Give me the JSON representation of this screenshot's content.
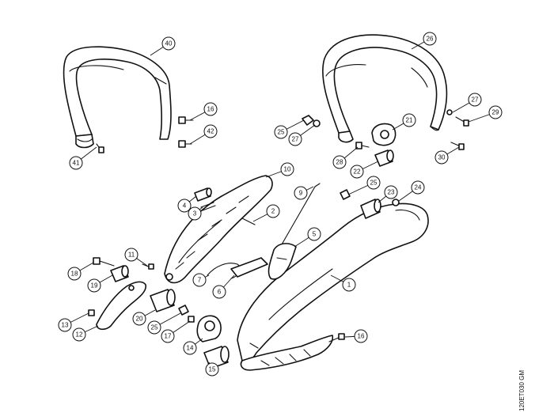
{
  "drawing_code": "120ET030 GM",
  "callouts": [
    {
      "num": "40"
    },
    {
      "num": "16"
    },
    {
      "num": "42"
    },
    {
      "num": "41"
    },
    {
      "num": "26"
    },
    {
      "num": "27"
    },
    {
      "num": "29"
    },
    {
      "num": "25"
    },
    {
      "num": "27"
    },
    {
      "num": "21"
    },
    {
      "num": "28"
    },
    {
      "num": "22"
    },
    {
      "num": "30"
    },
    {
      "num": "10"
    },
    {
      "num": "9"
    },
    {
      "num": "4"
    },
    {
      "num": "3"
    },
    {
      "num": "2"
    },
    {
      "num": "25"
    },
    {
      "num": "23"
    },
    {
      "num": "24"
    },
    {
      "num": "5"
    },
    {
      "num": "11"
    },
    {
      "num": "18"
    },
    {
      "num": "19"
    },
    {
      "num": "7"
    },
    {
      "num": "6"
    },
    {
      "num": "1"
    },
    {
      "num": "13"
    },
    {
      "num": "20"
    },
    {
      "num": "25"
    },
    {
      "num": "12"
    },
    {
      "num": "17"
    },
    {
      "num": "16"
    },
    {
      "num": "14"
    },
    {
      "num": "15"
    }
  ]
}
